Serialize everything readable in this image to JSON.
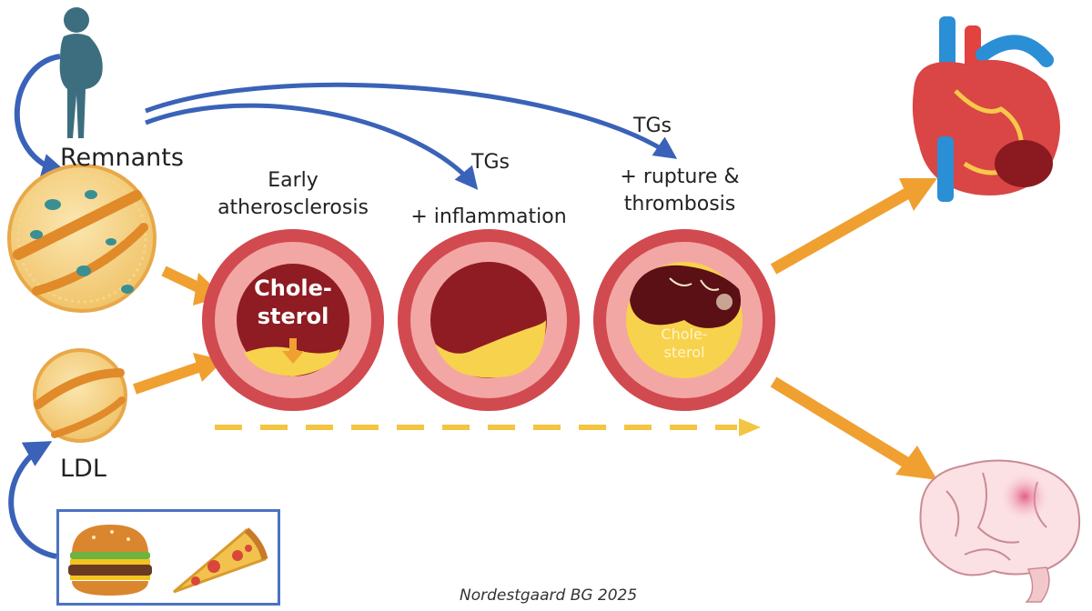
{
  "labels": {
    "remnants": "Remnants",
    "ldl": "LDL",
    "stage1": [
      "Early",
      "atherosclerosis"
    ],
    "stage2_tg": "TGs",
    "stage2": "+ inflammation",
    "stage3_tg": "TGs",
    "stage3": [
      "+ rupture &",
      "thrombosis"
    ]
  },
  "vessel_text": {
    "cholesterol_1": [
      "Chole-",
      "sterol"
    ],
    "cholesterol_3": [
      "Chole-",
      "sterol"
    ]
  },
  "citation": "Nordestgaard BG 2025",
  "colors": {
    "vessel_outer": "#d14a4f",
    "vessel_wall": "#f2a7a4",
    "lumen": "#8e1c22",
    "plaque": "#f7d24c",
    "arrow_orange": "#f0a030",
    "arrow_blue": "#3a62b8",
    "dashed": "#f4c542"
  },
  "icons": [
    "person-icon",
    "remnant-particle-icon",
    "ldl-particle-icon",
    "heart-icon",
    "brain-icon",
    "burger-icon",
    "pizza-icon"
  ]
}
